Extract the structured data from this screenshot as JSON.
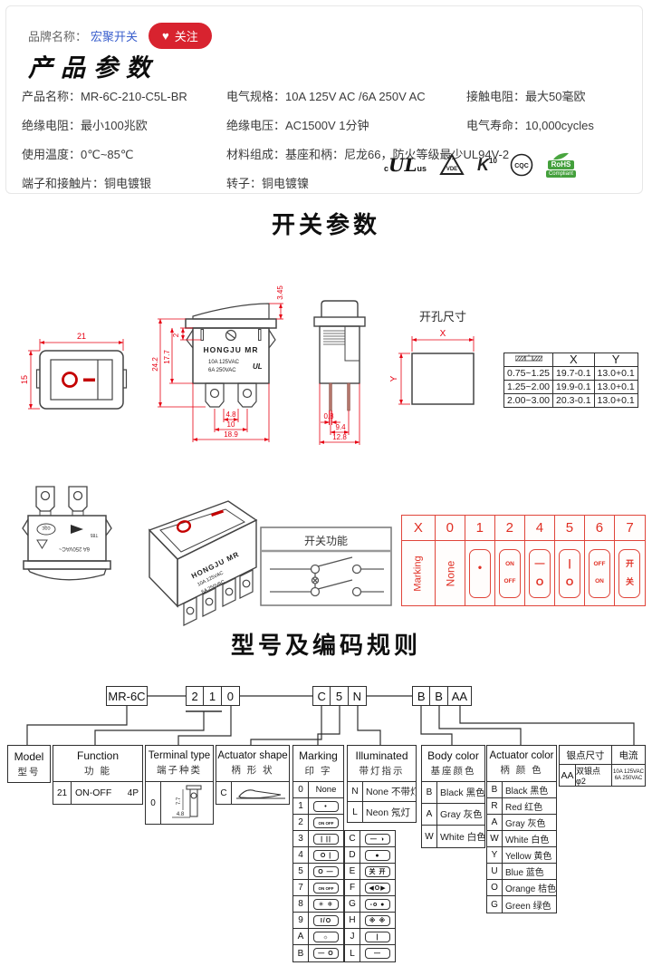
{
  "brand": {
    "label": "品牌名称：",
    "name": "宏聚开关",
    "heart": "♥",
    "follow": "关注"
  },
  "sections": {
    "params_title": "产品参数",
    "switch_title": "开关参数",
    "coding_title": "型号及编码规则"
  },
  "specs": [
    {
      "label": "产品名称：",
      "value": "MR-6C-210-C5L-BR"
    },
    {
      "label": "电气规格：",
      "value": "10A 125V AC /6A 250V AC"
    },
    {
      "label": "接触电阻：",
      "value": "最大50毫欧"
    },
    {
      "label": "绝缘电阻：",
      "value": "最小100兆欧"
    },
    {
      "label": "绝缘电压：",
      "value": "AC1500V 1分钟"
    },
    {
      "label": "电气寿命：",
      "value": "10,000cycles"
    },
    {
      "label": "使用温度：",
      "value": "0℃~85℃"
    },
    {
      "label": "材料组成：",
      "value": "基座和柄：尼龙66，防火等级最少UL94V-2"
    },
    {
      "label": "端子和接触片：",
      "value": "铜电镀银"
    },
    {
      "label": "转子：",
      "value": "铜电镀镍"
    }
  ],
  "certs": {
    "ul_c": "c",
    "ul": "UL",
    "ul_us": "us",
    "vde": "VDE",
    "enec_k": "K",
    "enec_n": "10",
    "cqc": "CQC",
    "rohs_1": "RoHS",
    "rohs_2": "Compliant"
  },
  "drawings": {
    "front": {
      "w": "21",
      "h": "15"
    },
    "side": {
      "d345": "3.45",
      "d2": "2",
      "d177": "17.7",
      "d242": "24.2",
      "d48": "4.8",
      "d10": "10",
      "d189": "18.9",
      "brand": "HONGJU MR",
      "r1": "10A 125VAC",
      "r2": "6A 250VAC",
      "ul": "UL"
    },
    "end": {
      "d08": "0.8",
      "d94": "9.4",
      "d128": "12.8"
    },
    "hole": {
      "title": "开孔尺寸",
      "x": "X",
      "y": "Y"
    },
    "bottom": {
      "cqc": "cqc",
      "rating": "6A 250VAC~",
      "t85": "T85"
    },
    "persp": {
      "brand": "HONGJU MR",
      "r1": "10A 125VAC",
      "r2": "6A 250VAC"
    },
    "func": {
      "title": "开关功能"
    }
  },
  "hole_table": {
    "h_x": "X",
    "h_y": "Y",
    "rows": [
      {
        "t": "0.75~1.25",
        "x": "19.7-0.1",
        "y": "13.0+0.1"
      },
      {
        "t": "1.25~2.00",
        "x": "19.9-0.1",
        "y": "13.0+0.1"
      },
      {
        "t": "2.00~3.00",
        "x": "20.3-0.1",
        "y": "13.0+0.1"
      }
    ]
  },
  "red_table": {
    "headers": [
      "X",
      "0",
      "1",
      "2",
      "4",
      "5",
      "6",
      "7"
    ],
    "row_label": "Marking",
    "none": "None",
    "cells": [
      {
        "top": "•",
        "bot": ""
      },
      {
        "top": "ON",
        "bot": "OFF"
      },
      {
        "top": "—",
        "bot": "O"
      },
      {
        "top": "|",
        "bot": "O"
      },
      {
        "top": "OFF",
        "bot": "ON"
      },
      {
        "top": "开",
        "bot": "关"
      }
    ]
  },
  "coding": {
    "code1": "MR-6C",
    "code2": [
      "2",
      "1",
      "0"
    ],
    "code3": [
      "C",
      "5",
      "N"
    ],
    "code4": [
      "B",
      "B",
      "AA"
    ],
    "model": {
      "en": "Model",
      "cn": "型号"
    },
    "function": {
      "en": "Function",
      "cn": "功 能",
      "code": "21",
      "desc": "ON-OFF",
      "poles": "4P"
    },
    "terminal": {
      "en": "Terminal type",
      "cn": "端子种类",
      "code": "0",
      "d1": "7.7",
      "d2": "4.8"
    },
    "shape": {
      "en": "Actuator shape",
      "cn": "柄 形 状",
      "code": "C"
    },
    "marking": {
      "en": "Marking",
      "cn": "印 字",
      "rows": [
        {
          "code": "0",
          "sym": "None"
        },
        {
          "code": "1",
          "sym": "•"
        },
        {
          "code": "2",
          "sym": "ON OFF"
        },
        {
          "code": "3",
          "sym": "| ||"
        },
        {
          "code": "4",
          "sym": "O |"
        },
        {
          "code": "5",
          "sym": "O —"
        },
        {
          "code": "7",
          "sym": "ON OFF"
        },
        {
          "code": "8",
          "sym": "✳ ❄"
        },
        {
          "code": "9",
          "sym": "I/O"
        },
        {
          "code": "A",
          "sym": "☼"
        },
        {
          "code": "B",
          "sym": "— O"
        }
      ],
      "rows2": [
        {
          "code": "C",
          "sym": "— ◑"
        },
        {
          "code": "D",
          "sym": "●"
        },
        {
          "code": "E",
          "sym": "关 开"
        },
        {
          "code": "F",
          "sym": "◀O▶"
        },
        {
          "code": "G",
          "sym": "-o ●"
        },
        {
          "code": "H",
          "sym": "※ ※"
        },
        {
          "code": "J",
          "sym": "|"
        },
        {
          "code": "L",
          "sym": "—"
        }
      ]
    },
    "illuminated": {
      "en": "Illuminated",
      "cn": "带灯指示",
      "rows": [
        {
          "code": "N",
          "sym": "None 不带灯"
        },
        {
          "code": "L",
          "sym": "Neon 氖灯"
        }
      ]
    },
    "body_color": {
      "en": "Body color",
      "cn": "基座颜色",
      "rows": [
        {
          "code": "B",
          "sym": "Black 黑色"
        },
        {
          "code": "A",
          "sym": "Gray 灰色"
        },
        {
          "code": "W",
          "sym": "White 白色"
        }
      ]
    },
    "actuator_color": {
      "en": "Actuator color",
      "cn": "柄 颜 色",
      "rows": [
        {
          "code": "B",
          "sym": "Black 黑色"
        },
        {
          "code": "R",
          "sym": "Red 红色"
        },
        {
          "code": "A",
          "sym": "Gray 灰色"
        },
        {
          "code": "W",
          "sym": "White 白色"
        },
        {
          "code": "Y",
          "sym": "Yellow 黄色"
        },
        {
          "code": "U",
          "sym": "Blue 蓝色"
        },
        {
          "code": "O",
          "sym": "Orange 桔色"
        },
        {
          "code": "G",
          "sym": "Green 绿色"
        }
      ]
    },
    "silver": {
      "cn": "银点尺寸",
      "code": "AA",
      "desc": "双银点 φ2"
    },
    "current": {
      "cn": "电流",
      "l1": "10A 125VAC",
      "l2": "6A 250VAC"
    }
  },
  "colors": {
    "accent_red": "#e60012",
    "link_blue": "#3a5fcd",
    "button_red": "#d8232f",
    "table_red": "#e0453a",
    "line_dark": "#2e2e2e"
  }
}
